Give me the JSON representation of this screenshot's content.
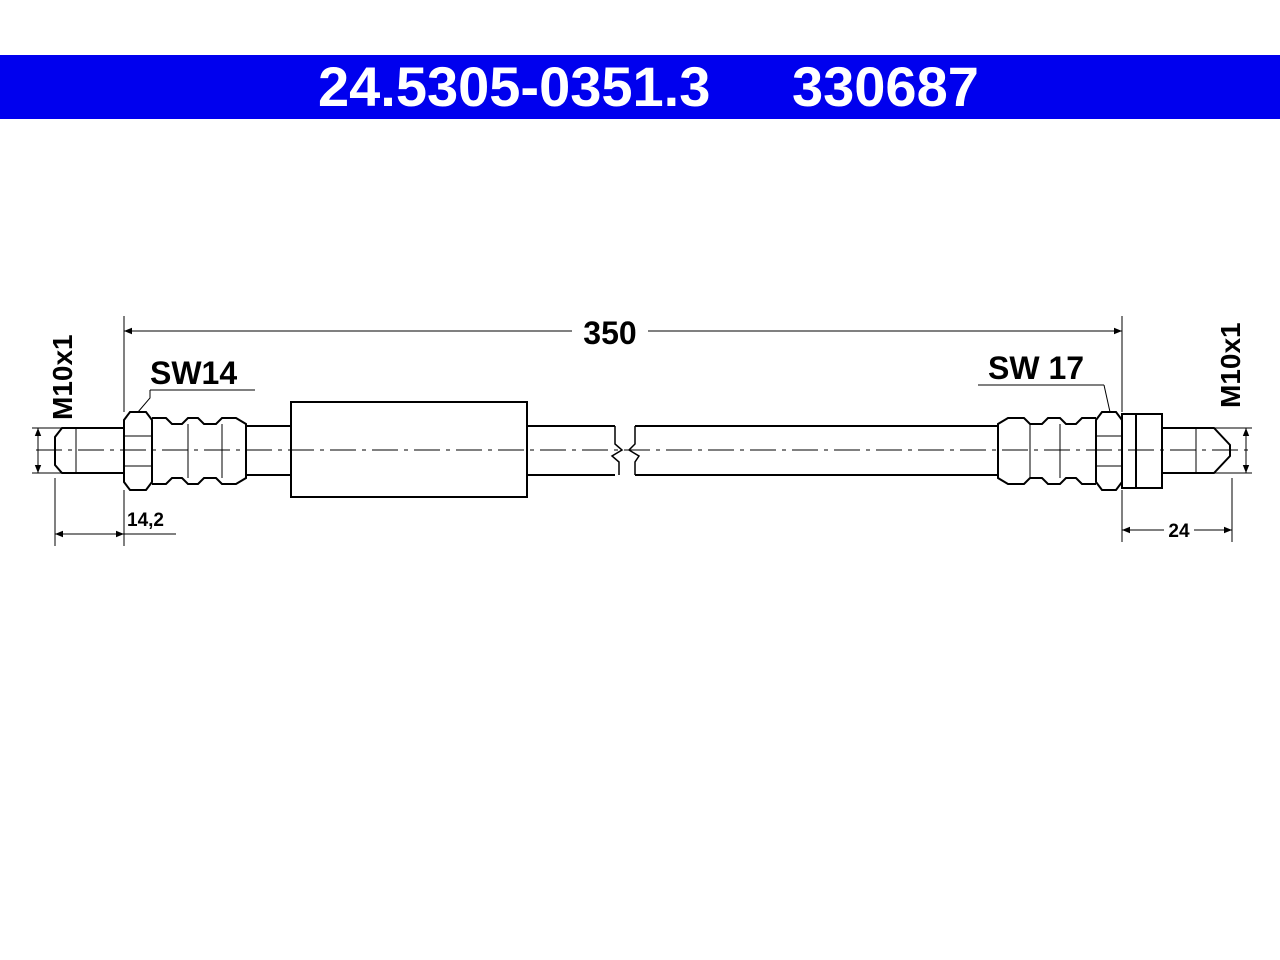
{
  "header": {
    "part_number": "24.5305-0351.3",
    "reference_number": "330687",
    "background_color": "#0000ee",
    "text_color": "#ffffff"
  },
  "drawing": {
    "total_length": "350",
    "left_wrench_size": "SW14",
    "right_wrench_size": "SW 17",
    "left_thread": "M10x1",
    "right_thread": "M10x1",
    "left_fitting_length": "14,2",
    "right_fitting_length": "24"
  }
}
